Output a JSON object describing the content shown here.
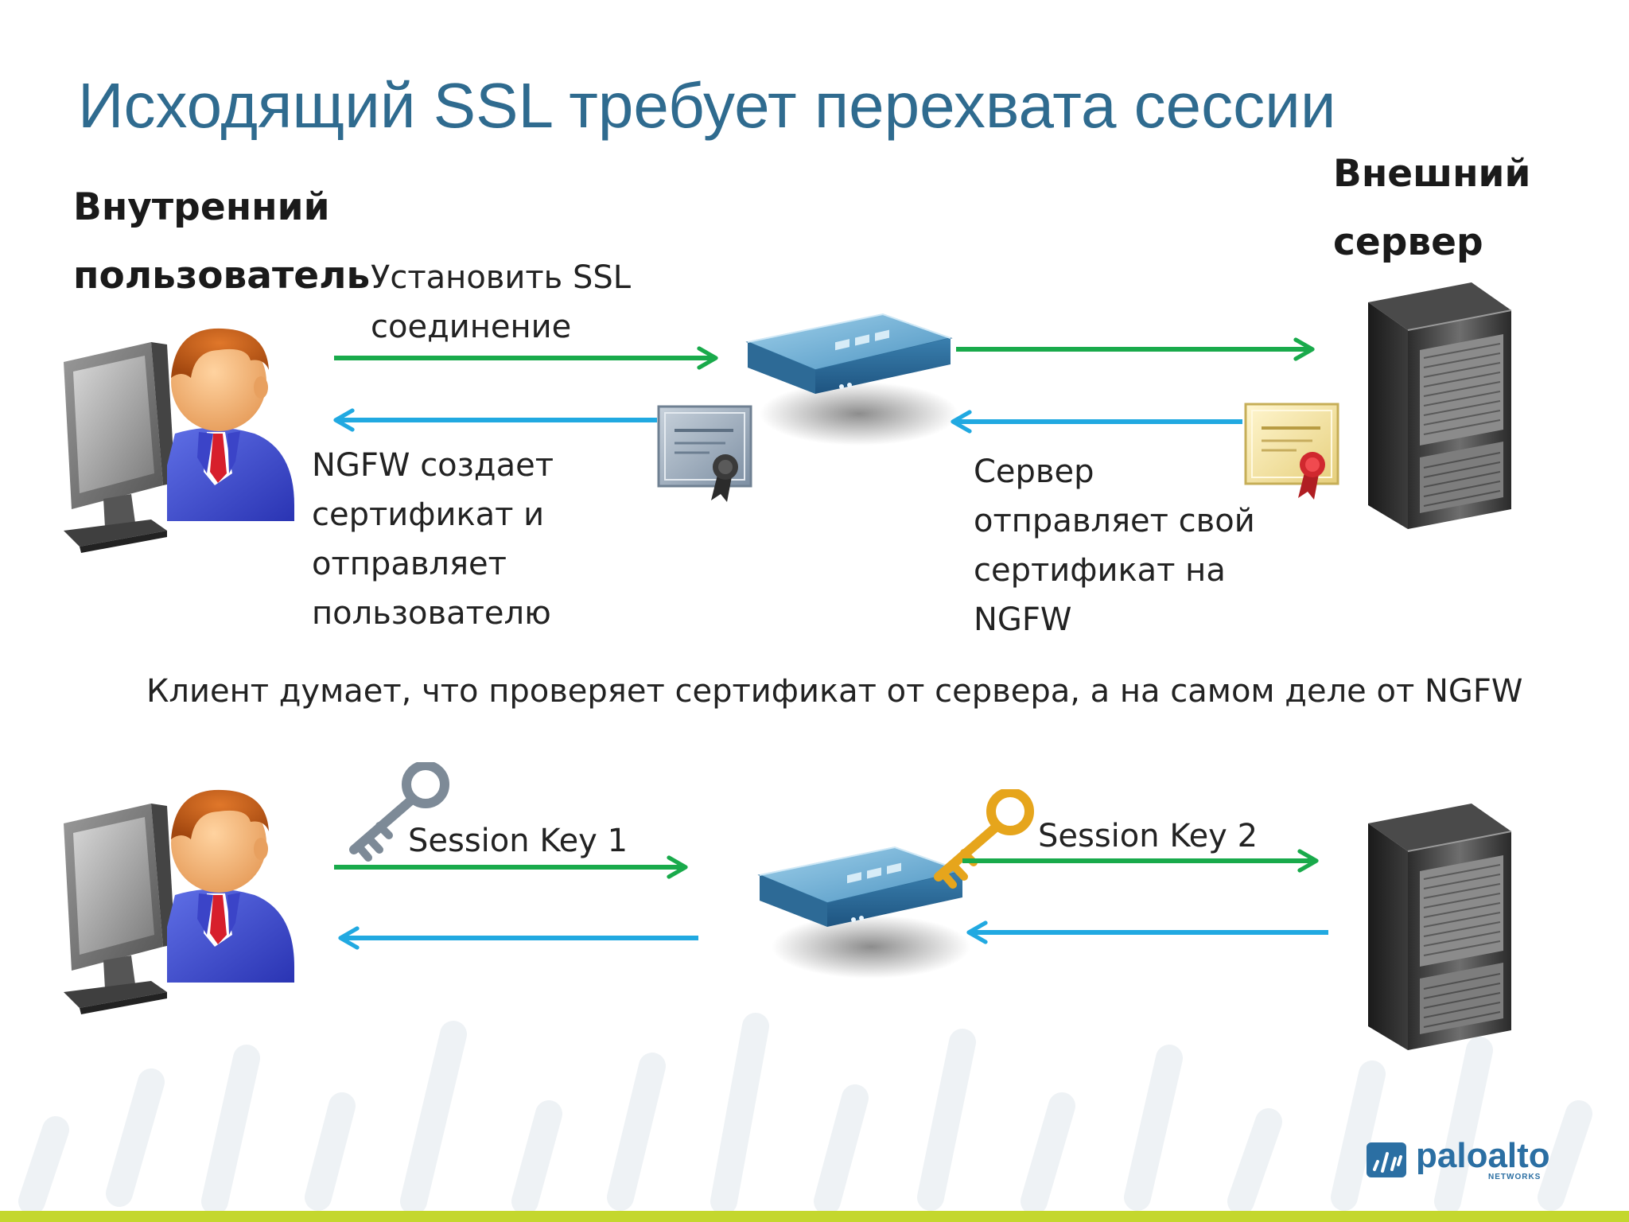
{
  "slide": {
    "title": "Исходящий SSL требует перехвата сессии",
    "colors": {
      "title": "#2f6b8f",
      "forward_arrow": "#19aa4b",
      "return_arrow": "#21a9e1",
      "accent_band": "#c4d72e"
    }
  },
  "top_section": {
    "internal_user_label": [
      "Внутренний",
      "пользователь"
    ],
    "external_server_label": [
      "Внешний",
      "сервер"
    ],
    "establish_ssl_label": [
      "Установить SSL",
      "соединение"
    ],
    "ngfw_creates_cert_label": [
      "NGFW создает",
      "сертификат и",
      "отправляет",
      "пользователю"
    ],
    "server_sends_cert_label": [
      "Сервер",
      "отправляет свой",
      "сертификат на",
      "NGFW"
    ],
    "icons": [
      "user-at-computer-icon",
      "firewall-appliance-icon",
      "server-tower-icon",
      "certificate-blue-icon",
      "certificate-gold-icon"
    ]
  },
  "note": "Клиент думает, что проверяет сертификат от сервера, а на самом деле от NGFW",
  "bottom_section": {
    "session_key_1": "Session Key 1",
    "session_key_2": "Session Key 2",
    "icons": [
      "user-at-computer-icon",
      "firewall-appliance-icon",
      "server-tower-icon",
      "grey-key-icon",
      "gold-key-icon"
    ]
  },
  "logo": {
    "name": "paloalto",
    "sub": "NETWORKS"
  }
}
